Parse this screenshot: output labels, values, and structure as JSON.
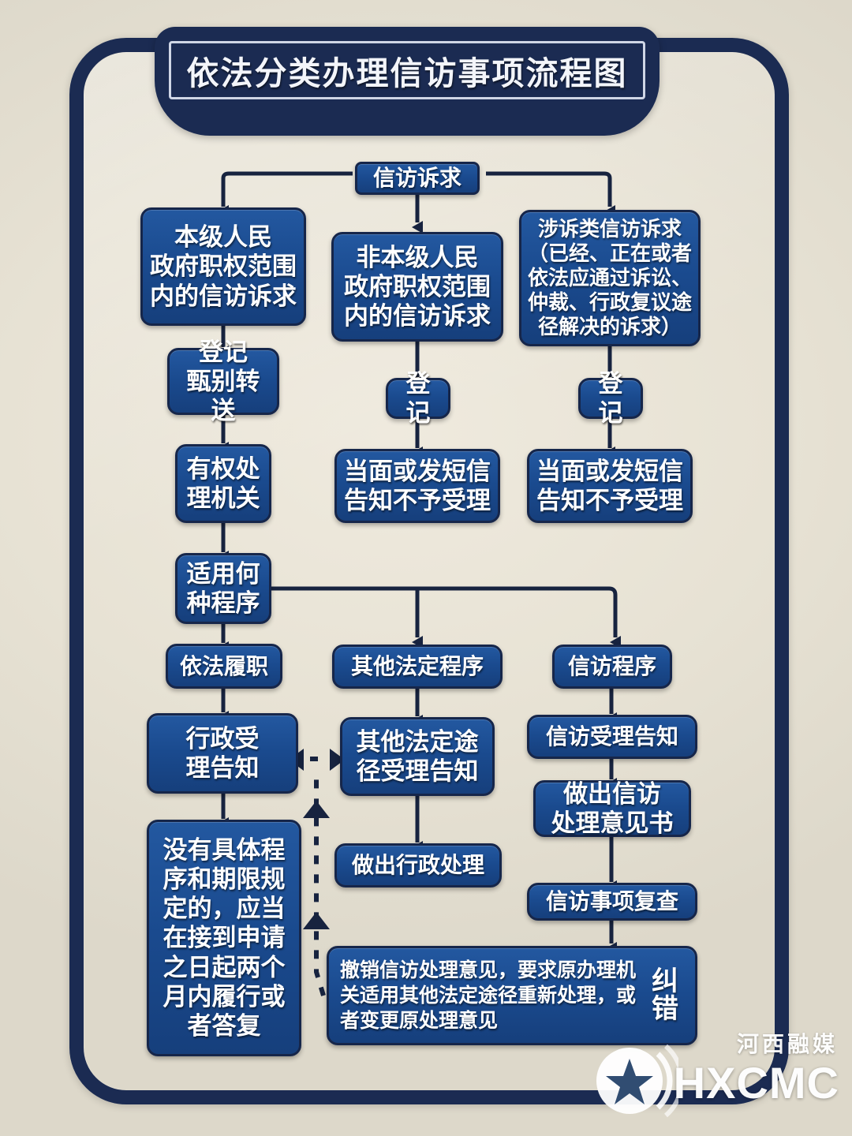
{
  "title": "依法分类办理信访事项流程图",
  "colors": {
    "frame": "#1b2b52",
    "node_fill": "#1a4a8e",
    "node_border": "#16264a",
    "background": "#e9e4d6",
    "node_text": "#ffffff"
  },
  "flow": {
    "root": {
      "label": "信访诉求"
    },
    "columns": [
      {
        "key": "local",
        "nodes": [
          {
            "key": "col1-head",
            "label": "本级人民\n政府职权范围\n内的信访诉求"
          },
          {
            "key": "col1-reg",
            "label": "登记\n甄别转送"
          },
          {
            "key": "col1-organ",
            "label": "有权处\n理机关"
          },
          {
            "key": "col1-which",
            "label": "适用何\n种程序"
          },
          {
            "key": "col1-duty",
            "label": "依法履职"
          },
          {
            "key": "col1-notice",
            "label": "行政受\n理告知"
          },
          {
            "key": "col1-noproc",
            "label": "没有具体程\n序和期限规\n定的，应当\n在接到申请\n之日起两个\n月内履行或\n者答复"
          }
        ]
      },
      {
        "key": "nonlocal",
        "nodes": [
          {
            "key": "col2-head",
            "label": "非本级人民\n政府职权范围\n内的信访诉求"
          },
          {
            "key": "col2-reg",
            "label": "登记"
          },
          {
            "key": "col2-reject",
            "label": "当面或发短信\n告知不予受理"
          },
          {
            "key": "col2-other",
            "label": "其他法定程序"
          },
          {
            "key": "col2-accept",
            "label": "其他法定途\n径受理告知"
          },
          {
            "key": "col2-decide",
            "label": "做出行政处理"
          }
        ]
      },
      {
        "key": "litigation",
        "nodes": [
          {
            "key": "col3-head",
            "label": "涉诉类信访诉求\n（已经、正在或者\n依法应通过诉讼、\n仲裁、行政复议途\n径解决的诉求）"
          },
          {
            "key": "col3-reg",
            "label": "登记"
          },
          {
            "key": "col3-reject",
            "label": "当面或发短信\n告知不予受理"
          },
          {
            "key": "col3-proc",
            "label": "信访程序"
          },
          {
            "key": "col3-accept",
            "label": "信访受理告知"
          },
          {
            "key": "col3-opinion",
            "label": "做出信访\n处理意见书"
          },
          {
            "key": "col3-review",
            "label": "信访事项复查"
          }
        ]
      }
    ],
    "correction": {
      "key": "correction-box",
      "body": "撤销信访处理意见，要求原办理机关适用其他法定途径重新处理，或者变更原处理意见",
      "tag": "纠错"
    }
  },
  "watermark": {
    "cn": "河西融媒",
    "en": "HXCMC"
  }
}
